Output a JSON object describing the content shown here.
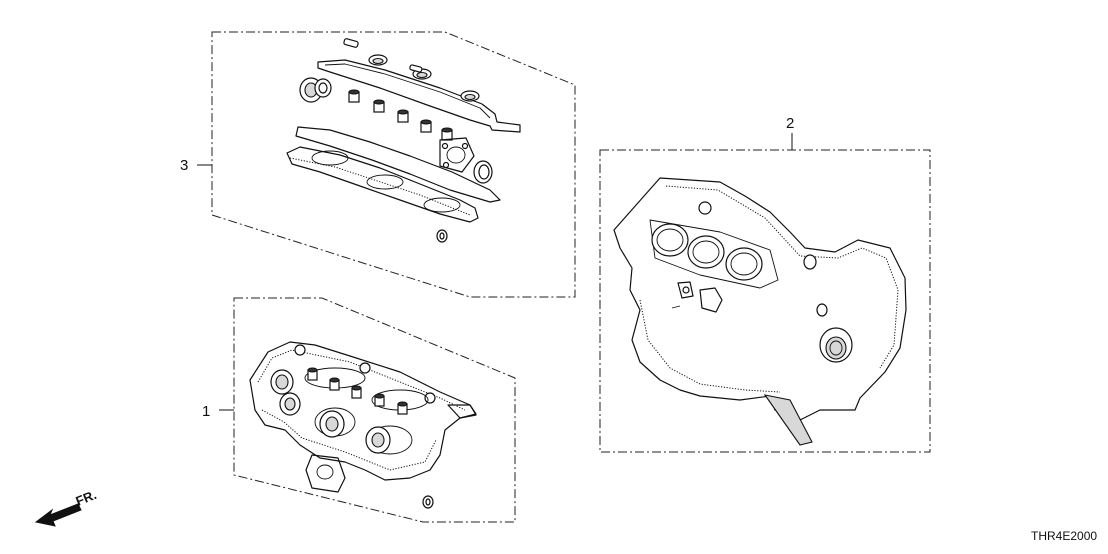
{
  "callouts": {
    "one": "1",
    "two": "2",
    "three": "3"
  },
  "front_label": "FR.",
  "diagram_code": "THR4E2000",
  "parts": [
    {
      "callout": "1",
      "icon": "cylinder-head-gasket-kit-icon"
    },
    {
      "callout": "2",
      "icon": "engine-block-gasket-kit-icon"
    },
    {
      "callout": "3",
      "icon": "valve-cover-intake-gasket-kit-icon"
    }
  ],
  "colors": {
    "line": "#111111",
    "background": "#ffffff"
  }
}
